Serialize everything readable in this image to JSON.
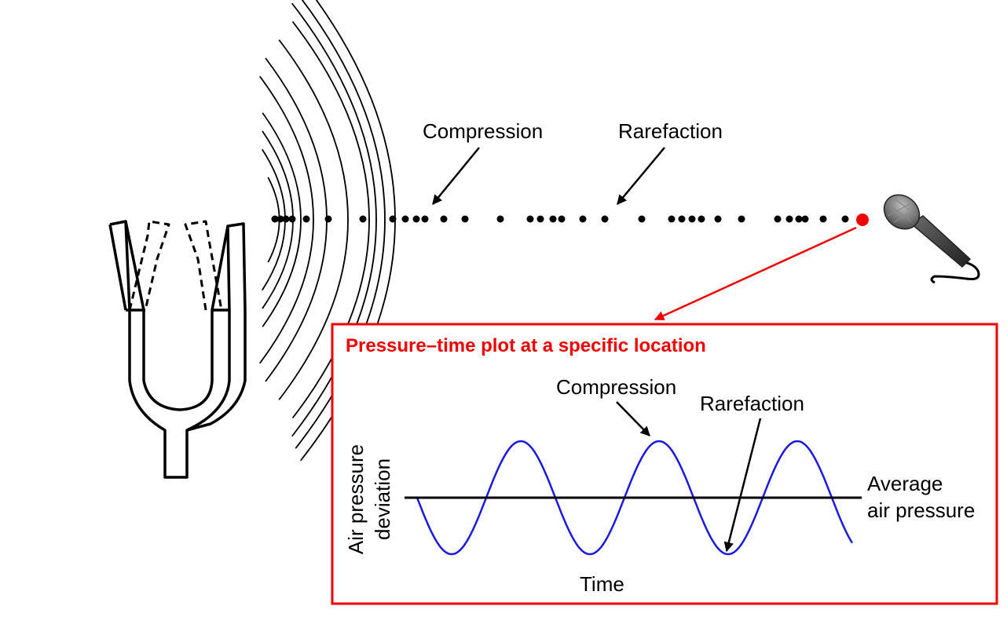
{
  "labels": {
    "compression_top": "Compression",
    "rarefaction_top": "Rarefaction",
    "plot_title": "Pressure–time plot at a specific location",
    "compression_plot": "Compression",
    "rarefaction_plot": "Rarefaction",
    "y_axis_line1": "Air pressure",
    "y_axis_line2": "deviation",
    "x_axis": "Time",
    "average_line1": "Average",
    "average_line2": "air pressure"
  },
  "colors": {
    "ink": "#000000",
    "highlight": "#ee0000",
    "wave": "#1a1adf",
    "mic_body": "#555555"
  },
  "icons": {
    "source": "tuning-fork-icon",
    "receiver": "microphone-icon"
  },
  "chart_data": {
    "type": "line",
    "description_free": true,
    "title": "Pressure–time plot at a specific location",
    "xlabel": "Time",
    "ylabel": "Air pressure deviation",
    "cycles": 3,
    "baseline_label": "Average air pressure",
    "grid": false
  }
}
